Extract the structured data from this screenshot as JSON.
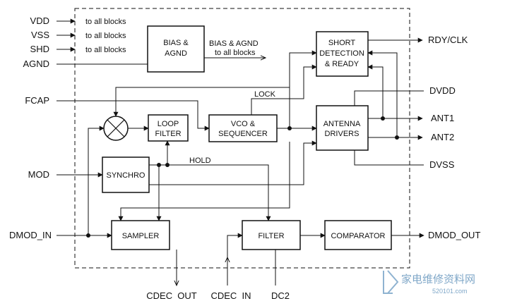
{
  "pins_left": {
    "vdd": "VDD",
    "vss": "VSS",
    "shd": "SHD",
    "agnd": "AGND",
    "fcap": "FCAP",
    "mod": "MOD",
    "dmod_in": "DMOD_IN"
  },
  "pins_right": {
    "rdy_clk": "RDY/CLK",
    "dvdd": "DVDD",
    "ant1": "ANT1",
    "ant2": "ANT2",
    "dvss": "DVSS",
    "dmod_out": "DMOD_OUT"
  },
  "pins_bottom": {
    "cdec_out": "CDEC  OUT",
    "cdec_in": "CDEC  IN",
    "dc2": "DC2"
  },
  "notes": {
    "to_all_1": "to all blocks",
    "to_all_2": "to all blocks",
    "to_all_3": "to all blocks",
    "bias_agnd_line1": "BIAS & AGND",
    "bias_agnd_line2": "to all blocks",
    "lock": "LOCK",
    "hold": "HOLD"
  },
  "blocks": {
    "bias": [
      "BIAS &",
      "AGND"
    ],
    "short": [
      "SHORT",
      "DETECTION",
      "& READY"
    ],
    "loop": [
      "LOOP",
      "FILTER"
    ],
    "vco": [
      "VCO &",
      "SEQUENCER"
    ],
    "antenna": [
      "ANTENNA",
      "DRIVERS"
    ],
    "synchro": [
      "SYNCHRO"
    ],
    "sampler": [
      "SAMPLER"
    ],
    "filter": [
      "FILTER"
    ],
    "comparator": [
      "COMPARATOR"
    ]
  },
  "watermark": {
    "text": "家电维修资料网",
    "url": "520101.com"
  }
}
